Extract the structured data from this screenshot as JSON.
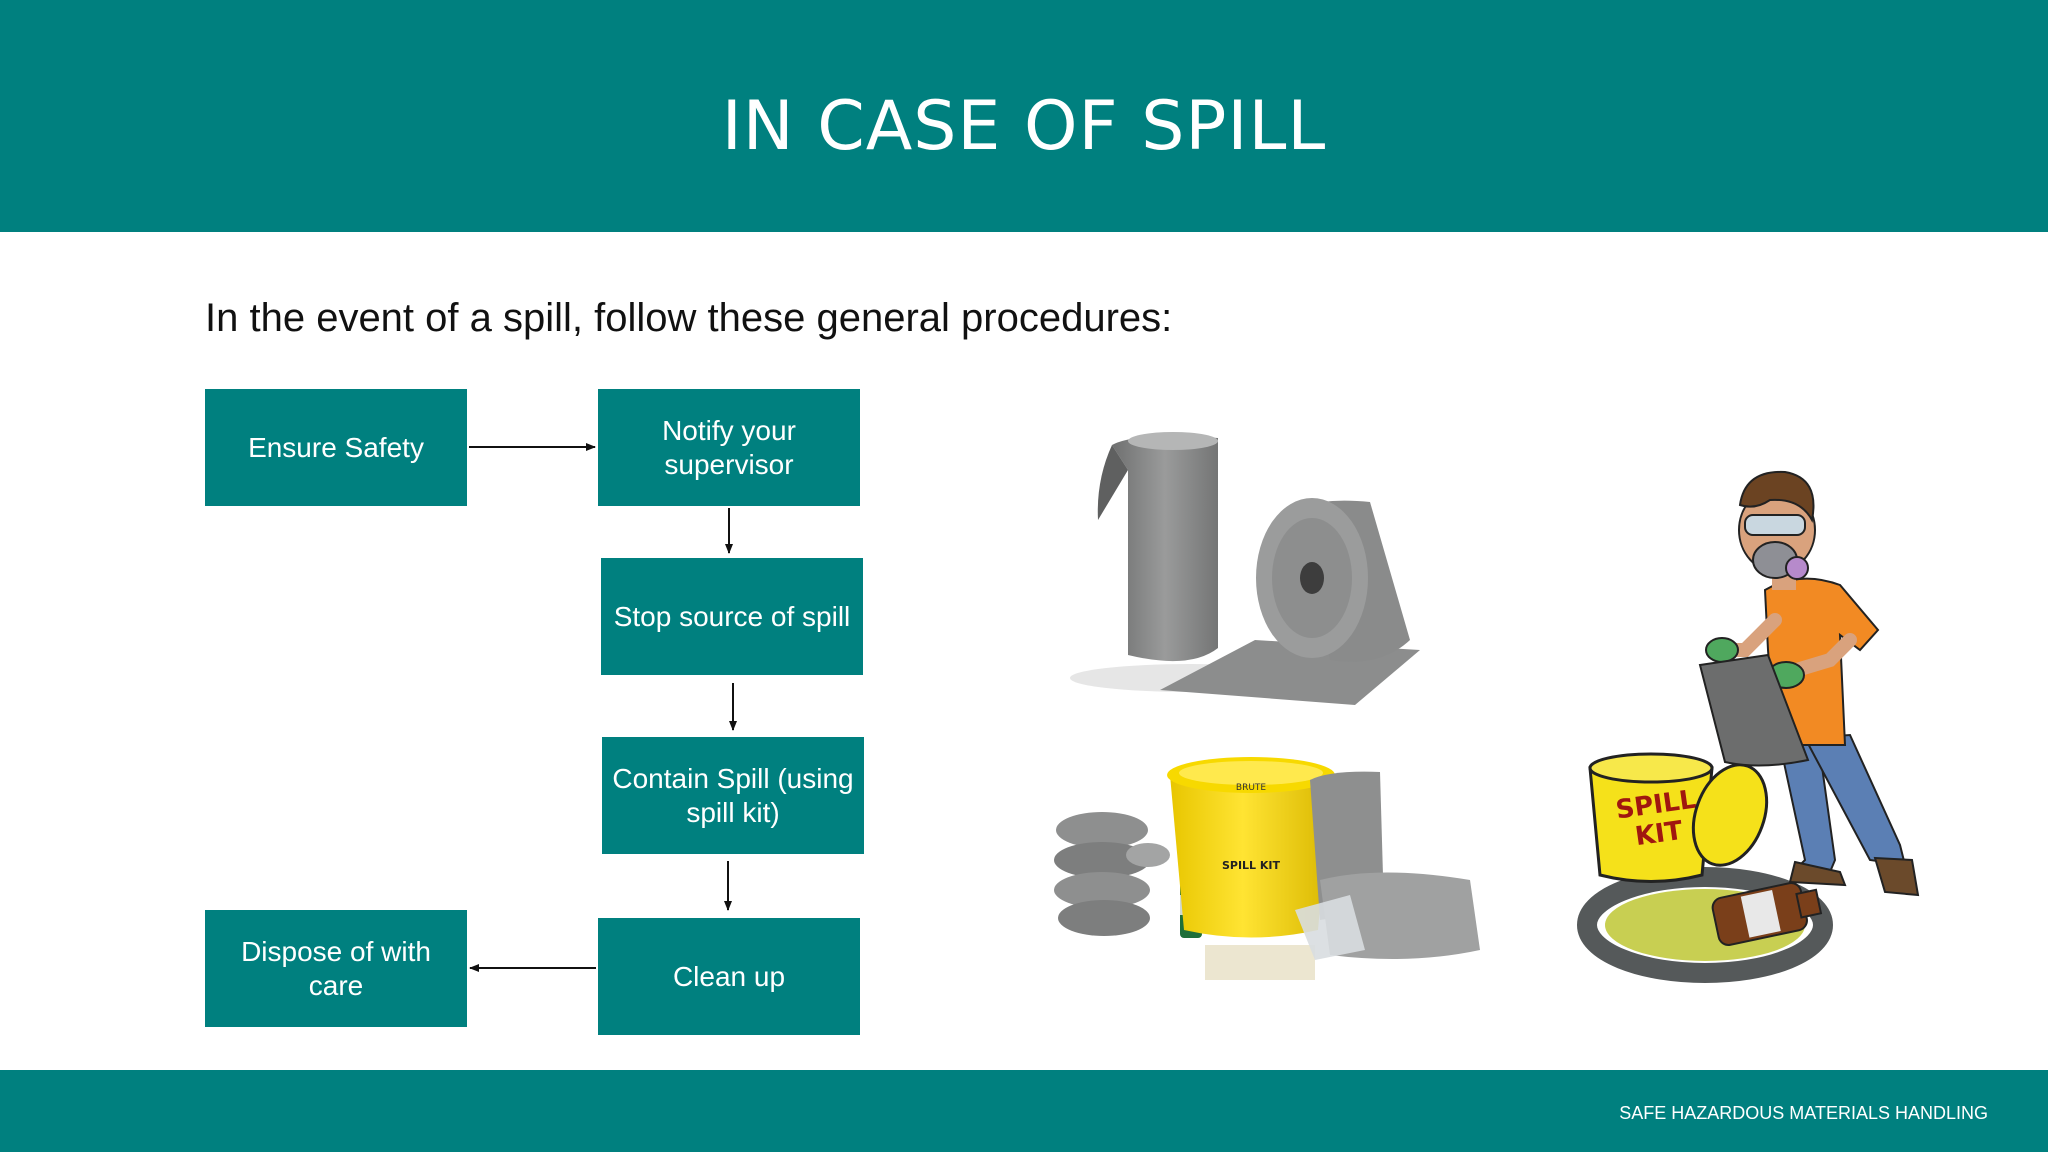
{
  "header": {
    "title": "IN CASE OF SPILL"
  },
  "intro": "In the event of a spill, follow these general procedures:",
  "flow": {
    "ensure_safety": "Ensure Safety",
    "notify_supervisor": "Notify your supervisor",
    "stop_source": "Stop source of spill",
    "contain_spill": "Contain Spill (using spill kit)",
    "clean_up": "Clean up",
    "dispose": "Dispose of with care"
  },
  "images": {
    "kit_bucket_label": "SPILL KIT",
    "cartoon_bucket_label_1": "SPILL",
    "cartoon_bucket_label_2": "KIT"
  },
  "footer": {
    "text": "SAFE HAZARDOUS MATERIALS HANDLING"
  },
  "colors": {
    "teal": "#00807f",
    "white": "#ffffff"
  }
}
